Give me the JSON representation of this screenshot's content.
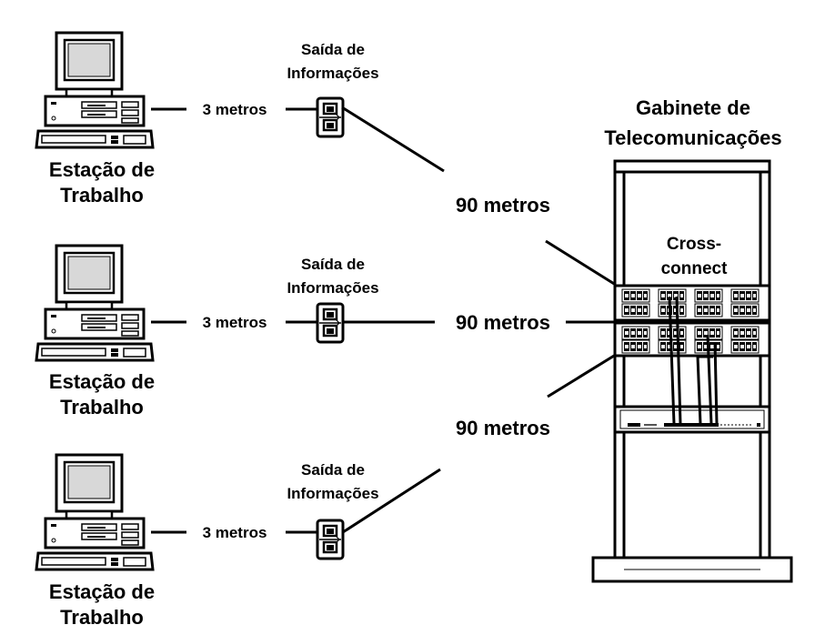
{
  "workstations": [
    {
      "label_line1": "Estação de",
      "label_line2": "Trabalho",
      "patch_length": "3 metros",
      "outlet_line1": "Saída de",
      "outlet_line2": "Informações",
      "horizontal_length": "90 metros"
    },
    {
      "label_line1": "Estação de",
      "label_line2": "Trabalho",
      "patch_length": "3 metros",
      "outlet_line1": "Saída de",
      "outlet_line2": "Informações",
      "horizontal_length": "90 metros"
    },
    {
      "label_line1": "Estação de",
      "label_line2": "Trabalho",
      "patch_length": "3 metros",
      "outlet_line1": "Saída de",
      "outlet_line2": "Informações",
      "horizontal_length": "90 metros"
    }
  ],
  "cabinet": {
    "title_line1": "Gabinete de",
    "title_line2": "Telecomunicações",
    "crossconnect_line1": "Cross-",
    "crossconnect_line2": "connect"
  }
}
